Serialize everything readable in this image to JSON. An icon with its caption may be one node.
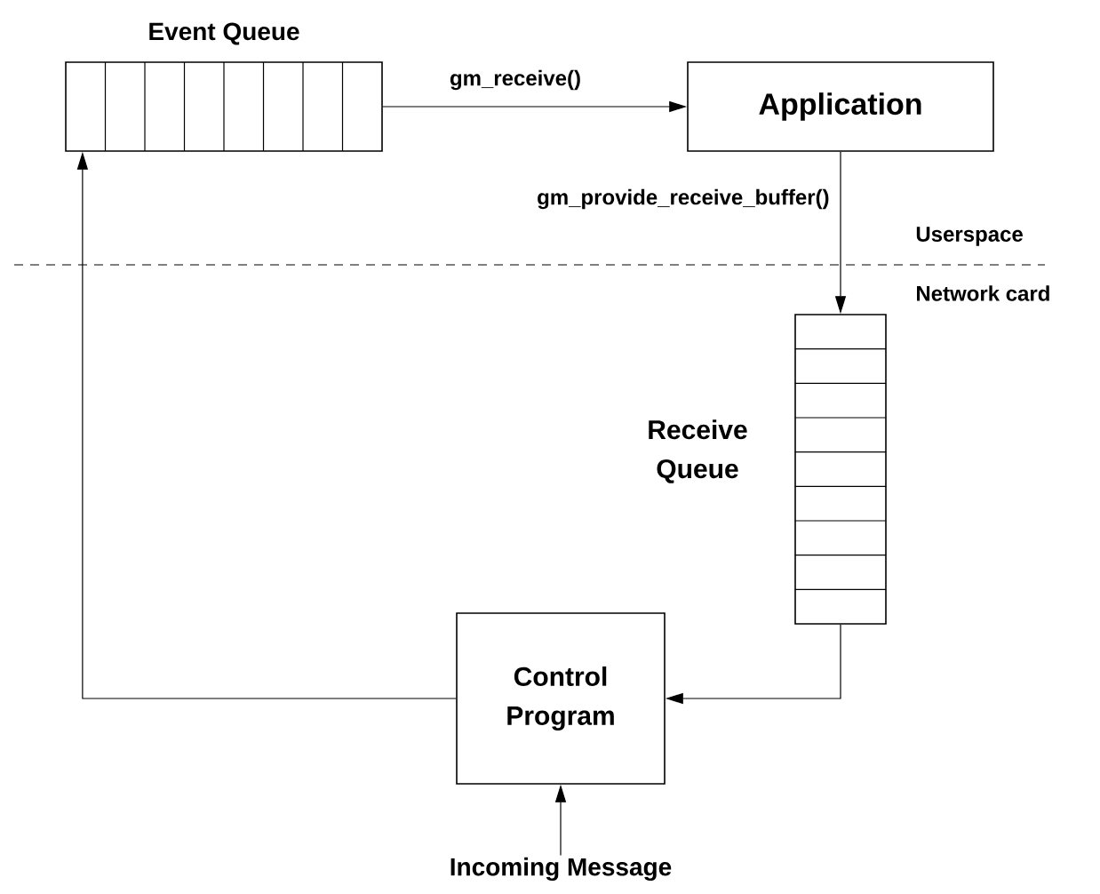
{
  "diagram": {
    "nodes": [
      {
        "text": [
          "Event Queue"
        ]
      },
      {
        "text": [
          "Application"
        ]
      },
      {
        "text": [
          "Receive Queue"
        ]
      },
      {
        "text": [
          "Control Program"
        ]
      },
      {
        "text": [
          "Incoming Message"
        ]
      }
    ],
    "edges": [
      {
        "from": 0,
        "to": 1,
        "arrow": "to",
        "label": "gm_receive()"
      },
      {
        "from": 1,
        "to": 2,
        "arrow": "to",
        "label": "gm_provide_receive_buffer()"
      },
      {
        "from": 2,
        "to": 3,
        "arrow": "to"
      },
      {
        "from": 3,
        "to": 0,
        "arrow": "to"
      },
      {
        "from": 4,
        "to": 3,
        "arrow": "to"
      }
    ],
    "labels": [
      "Userspace",
      "Network card"
    ]
  }
}
